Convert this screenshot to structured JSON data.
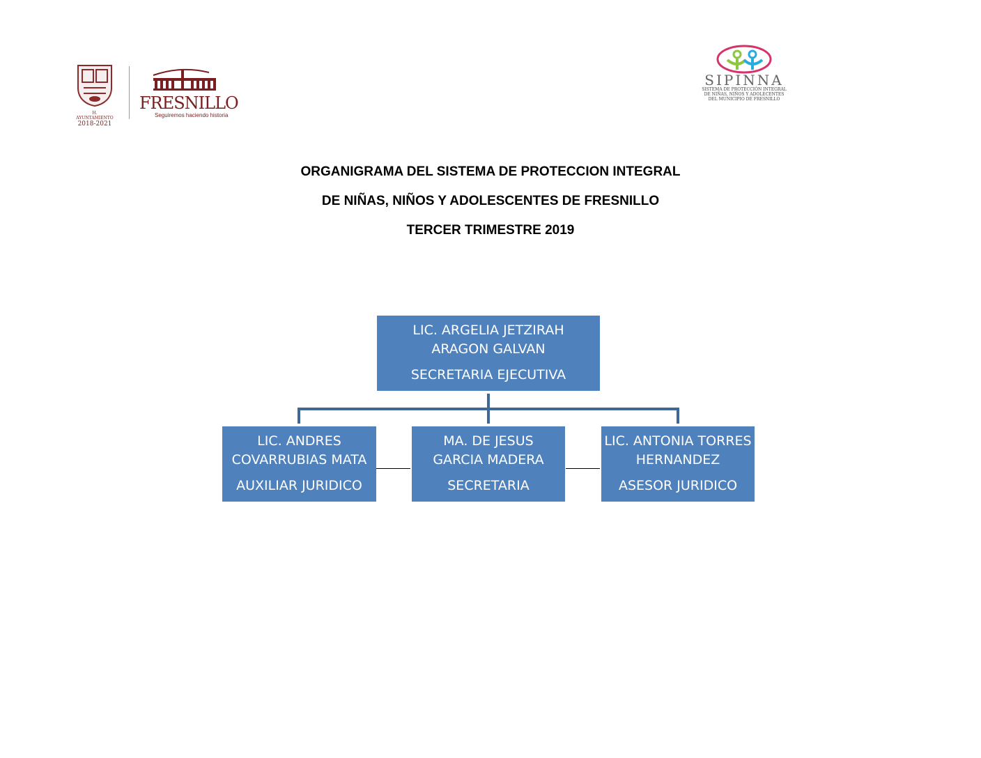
{
  "logos": {
    "left_seal_caption": "H. AYUNTAMIENTO",
    "left_seal_years": "2018-2021",
    "fresnillo_name": "FRESNILLO",
    "fresnillo_slogan": "Seguiremos haciendo historia",
    "sipinna_name": "SIPINNA",
    "sipinna_subtitle": [
      "SISTEMA DE PROTECCIÓN INTEGRAL",
      "DE NIÑAS, NIÑOS Y ADOLECENTES",
      "DEL MUNICIPIO DE FRESNILLO"
    ]
  },
  "title_lines": [
    "ORGANIGRAMA DEL SISTEMA DE PROTECCION INTEGRAL",
    "DE NIÑAS, NIÑOS Y ADOLESCENTES DE FRESNILLO",
    "TERCER TRIMESTRE 2019"
  ],
  "org": {
    "top": {
      "name_1": "LIC. ARGELIA JETZIRAH",
      "name_2": "ARAGON GALVAN",
      "role": "SECRETARIA EJECUTIVA"
    },
    "children": [
      {
        "name_1": "LIC. ANDRES",
        "name_2": "COVARRUBIAS MATA",
        "role": "AUXILIAR JURIDICO"
      },
      {
        "name_1": "MA. DE JESUS",
        "name_2": "GARCIA MADERA",
        "role": "SECRETARIA"
      },
      {
        "name_1": "LIC. ANTONIA TORRES",
        "name_2": "HERNANDEZ",
        "role": "ASESOR JURIDICO"
      }
    ]
  },
  "colors": {
    "box": "#4f81bd",
    "connector": "#3d6897",
    "brand_red": "#7a1f1f"
  }
}
